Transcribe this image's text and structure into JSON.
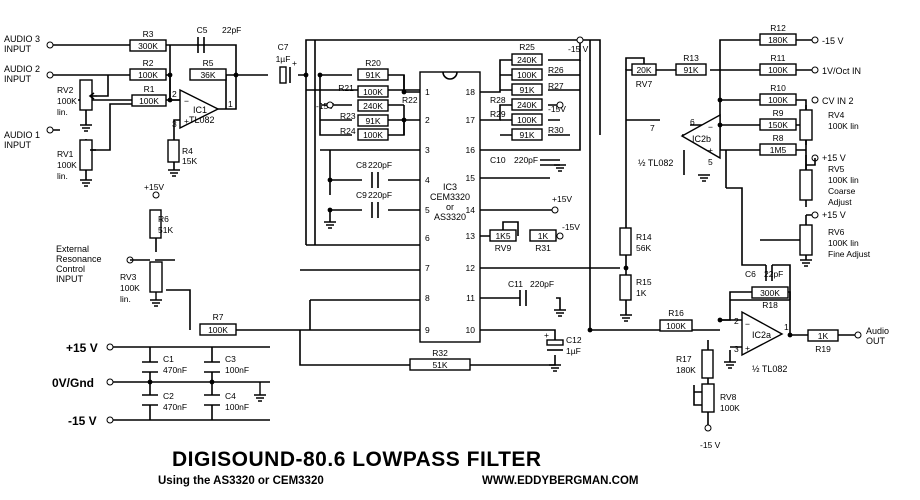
{
  "title": "DIGISOUND-80.6 LOWPASS FILTER",
  "subtitle": "Using the AS3320  or CEM3320",
  "website": "WWW.EDDYBERGMAN.COM",
  "inputs": {
    "audio3": [
      "AUDIO 3",
      "INPUT"
    ],
    "audio2": [
      "AUDIO 2",
      "INPUT"
    ],
    "audio1": [
      "AUDIO 1",
      "INPUT"
    ],
    "ext_res": [
      "External",
      "Resonance",
      "Control",
      "INPUT"
    ],
    "cv_in2": "CV IN 2",
    "vpoct": "1V/Oct IN",
    "audio_out": [
      "Audio",
      "OUT"
    ]
  },
  "rails": {
    "p15": "+15 V",
    "gnd": "0V/Gnd",
    "m15": "-15V",
    "p15s": "+15V",
    "m15s": "-15V",
    "m15b": "-15 V",
    "p15b": "+15 V"
  },
  "ic": {
    "ic3": [
      "IC3",
      "CEM3320",
      "or",
      "AS3320"
    ],
    "ic1": [
      "IC1",
      "TL082"
    ],
    "ic2a": "IC2a",
    "ic2b": "IC2b",
    "half": "½ TL082",
    "pins_left": [
      "1",
      "2",
      "3",
      "4",
      "5",
      "6",
      "7",
      "8",
      "9"
    ],
    "pins_right": [
      "18",
      "17",
      "16",
      "15",
      "14",
      "13",
      "12",
      "11",
      "10"
    ],
    "opamp_pins": {
      "ic1": [
        "2",
        "3",
        "1"
      ],
      "ic2b": [
        "6",
        "5",
        "7"
      ],
      "ic2a": [
        "2",
        "3",
        "1"
      ]
    }
  },
  "parts": {
    "R1": [
      "R1",
      "100K"
    ],
    "R2": [
      "R2",
      "100K"
    ],
    "R3": [
      "R3",
      "300K"
    ],
    "R5": [
      "R5",
      "36K"
    ],
    "R4": [
      "R4",
      "15K"
    ],
    "R6": [
      "R6",
      "51K"
    ],
    "R7": [
      "R7",
      "100K"
    ],
    "R20": [
      "R20",
      "91K"
    ],
    "R21": [
      "R21",
      "100K"
    ],
    "R22": [
      "R22",
      "240K"
    ],
    "R23": [
      "R23",
      "91K"
    ],
    "R24": [
      "R24",
      "100K"
    ],
    "R25": [
      "R25",
      "240K"
    ],
    "R26": [
      "R26",
      "100K"
    ],
    "R27": [
      "R27",
      "91K"
    ],
    "R28": [
      "R28",
      "240K"
    ],
    "R29": [
      "R29",
      "100K"
    ],
    "R30": [
      "R30",
      "91K"
    ],
    "R31": [
      "R31",
      "1K"
    ],
    "R32": [
      "R32",
      "51K"
    ],
    "R13": [
      "R13",
      "91K"
    ],
    "R12": [
      "R12",
      "180K"
    ],
    "R11": [
      "R11",
      "100K"
    ],
    "R10": [
      "R10",
      "100K"
    ],
    "R9": [
      "R9",
      "150K"
    ],
    "R8": [
      "R8",
      "1M5"
    ],
    "R14": [
      "R14",
      "56K"
    ],
    "R15": [
      "R15",
      "1K"
    ],
    "R16": [
      "R16",
      "100K"
    ],
    "R17": [
      "R17",
      "180K"
    ],
    "R18": [
      "R18",
      "300K"
    ],
    "R19": [
      "R19",
      "1K"
    ],
    "RV1": [
      "RV1",
      "100K",
      "lin."
    ],
    "RV2": [
      "RV2",
      "100K",
      "lin."
    ],
    "RV3": [
      "RV3",
      "100K",
      "lin."
    ],
    "RV4": [
      "RV4",
      "100K lin"
    ],
    "RV5": [
      "RV5",
      "100K lin",
      "Coarse",
      "Adjust"
    ],
    "RV6": [
      "RV6",
      "100K lin",
      "Fine Adjust"
    ],
    "RV7": [
      "RV7",
      "20K"
    ],
    "RV8": [
      "RV8",
      "100K"
    ],
    "RV9": [
      "RV9",
      "1K5"
    ],
    "C1": [
      "C1",
      "470nF"
    ],
    "C2": [
      "C2",
      "470nF"
    ],
    "C3": [
      "C3",
      "100nF"
    ],
    "C4": [
      "C4",
      "100nF"
    ],
    "C5": [
      "C5",
      "22pF"
    ],
    "C6": [
      "C6",
      "22pF"
    ],
    "C7": [
      "C7",
      "1µF"
    ],
    "C8": [
      "C8",
      "220pF"
    ],
    "C9": [
      "C9",
      "220pF"
    ],
    "C10": [
      "C10",
      "220pF"
    ],
    "C11": [
      "C11",
      "220pF"
    ],
    "C12": [
      "C12",
      "1µF"
    ]
  }
}
